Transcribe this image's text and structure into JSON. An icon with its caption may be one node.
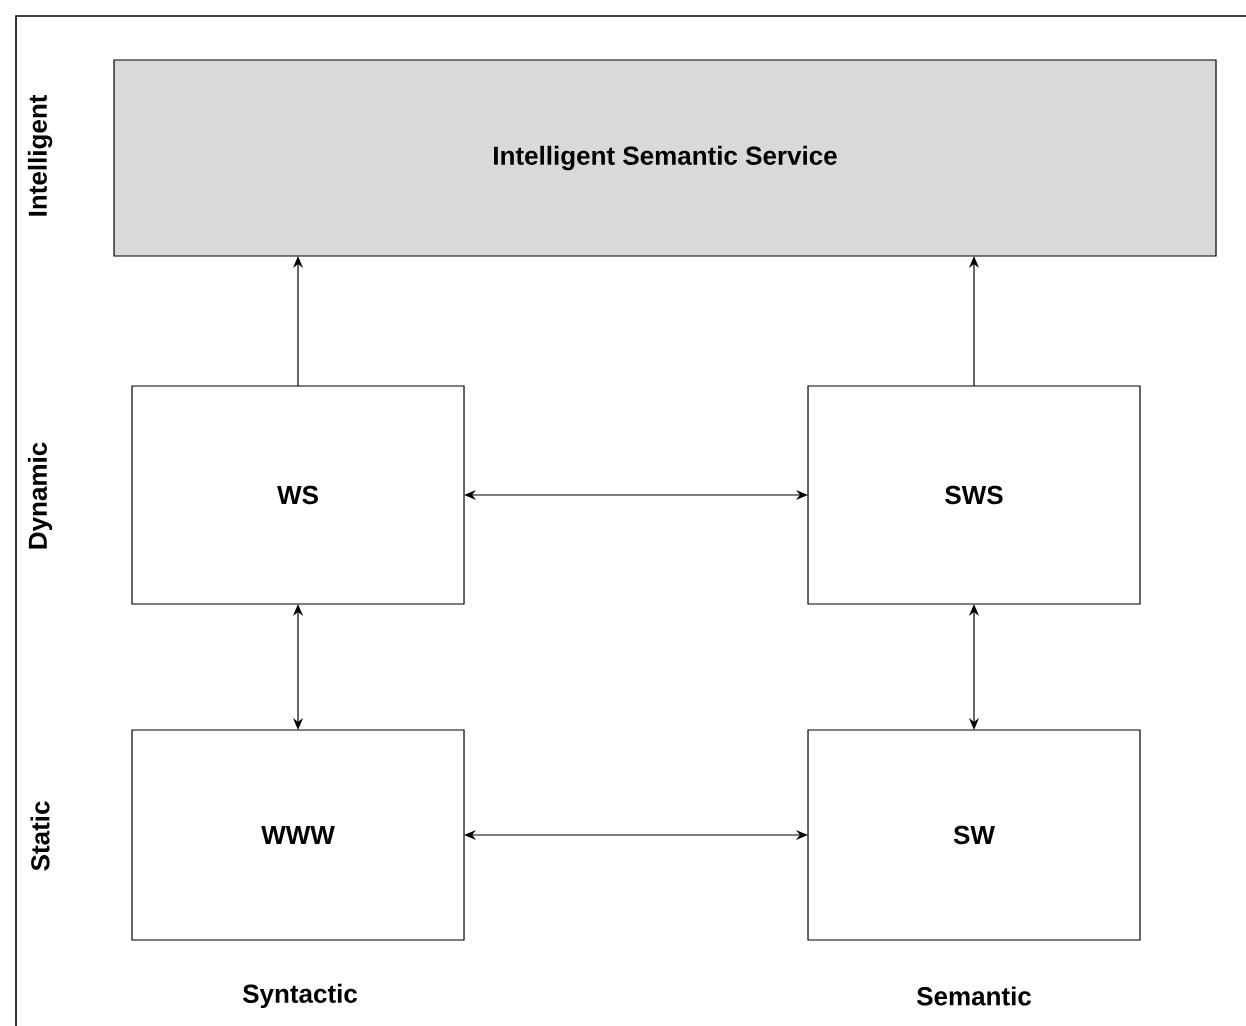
{
  "diagram": {
    "nodes": [
      {
        "text": [
          "Intelligent Semantic Service"
        ]
      },
      {
        "text": [
          "WS"
        ]
      },
      {
        "text": [
          "SWS"
        ]
      },
      {
        "text": [
          "WWW"
        ]
      },
      {
        "text": [
          "SW"
        ]
      }
    ],
    "edges": [
      {
        "from": 1,
        "to": 0,
        "arrow": "to"
      },
      {
        "from": 2,
        "to": 0,
        "arrow": "to"
      },
      {
        "from": 1,
        "to": 2,
        "arrow": "both"
      },
      {
        "from": 1,
        "to": 3,
        "arrow": "both"
      },
      {
        "from": 2,
        "to": 4,
        "arrow": "both"
      },
      {
        "from": 3,
        "to": 4,
        "arrow": "both"
      }
    ],
    "labels": [
      "Intelligent",
      "Dynamic",
      "Static",
      "Syntactic",
      "Semantic"
    ]
  }
}
